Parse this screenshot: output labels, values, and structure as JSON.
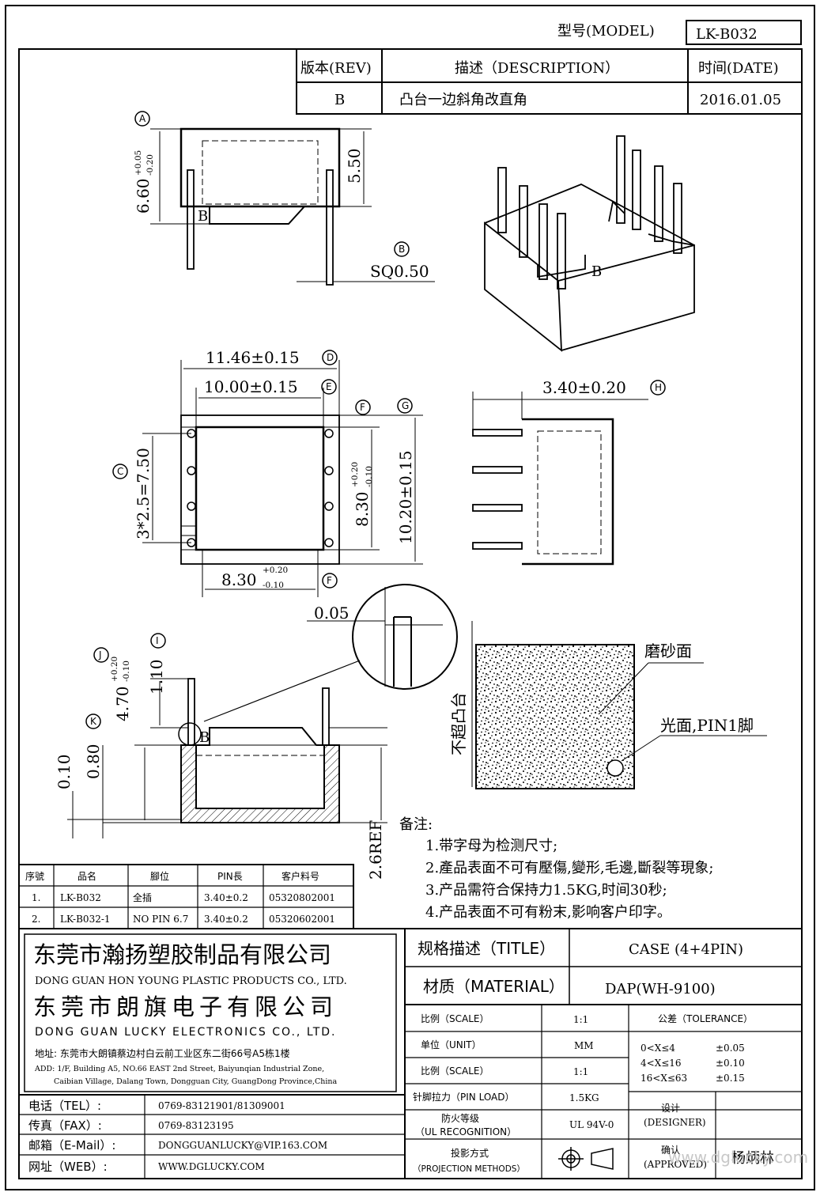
{
  "model_box": {
    "label": "型号(MODEL)",
    "value": "LK-B032"
  },
  "revision": {
    "headers": {
      "rev": "版本(REV)",
      "desc": "描述（DESCRIPTION）",
      "date": "时间(DATE)"
    },
    "row": {
      "rev": "B",
      "desc": "凸台一边斜角改直角",
      "date": "2016.01.05"
    }
  },
  "dims": {
    "a_height": "6.60",
    "a_tol_up": "+0.05",
    "a_tol_dn": "-0.20",
    "body_h": "5.50",
    "pin_sq": "SQ0.50",
    "width_d": "11.46±0.15",
    "width_e": "10.00±0.15",
    "pitch_c": "3*2.5=7.50",
    "inner_h": "8.30",
    "inner_h_up": "+0.20",
    "inner_h_dn": "-0.10",
    "outer_h": "10.20±0.15",
    "bottom_w": "8.30",
    "bottom_w_up": "+0.20",
    "bottom_w_dn": "-0.10",
    "pin_len": "3.40±0.20",
    "gap": "0.05",
    "h_470": "4.70",
    "h_470_up": "+0.20",
    "h_470_dn": "-0.10",
    "h_110": "1.10",
    "h_080": "0.80",
    "h_010": "0.10",
    "ref_26": "2.6REF"
  },
  "markers": {
    "A": "A",
    "B": "B",
    "C": "C",
    "D": "D",
    "E": "E",
    "F": "F",
    "G": "G",
    "H": "H",
    "I": "I",
    "J": "J",
    "K": "K"
  },
  "letter_b": "B",
  "surface": {
    "frosted": "磨砂面",
    "glossy": "光面,PIN1脚",
    "no_exceed": "不超凸台"
  },
  "notes": {
    "title": "备注:",
    "items": [
      "1.带字母为检测尺寸;",
      "2.產品表面不可有壓傷,變形,毛邊,斷裂等現象;",
      "3.产品需符合保持力1.5KG,时间30秒;",
      "4.产品表面不可有粉末,影响客户印字。"
    ]
  },
  "variants": {
    "headers": [
      "序號",
      "品名",
      "腳位",
      "PIN長",
      "客户料号"
    ],
    "rows": [
      [
        "1.",
        "LK-B032",
        "全插",
        "3.40±0.2",
        "05320802001"
      ],
      [
        "2.",
        "LK-B032-1",
        "NO PIN 6.7",
        "3.40±0.2",
        "05320602001"
      ]
    ]
  },
  "company": {
    "name1": "东莞市瀚扬塑胶制品有限公司",
    "name1_en": "DONG GUAN HON YOUNG PLASTIC PRODUCTS CO., LTD.",
    "name2": "东莞市朗旗电子有限公司",
    "name2_en": "DONG GUAN LUCKY ELECTRONICS CO., LTD.",
    "addr_cn": "地址: 东莞市大朗镇蔡边村白云前工业区东二街66号A5栋1楼",
    "addr_en1": "ADD: 1/F, Building A5, NO.66 EAST 2nd Street, Baiyunqian Industrial Zone,",
    "addr_en2": "Caibian Village, Dalang Town, Dongguan City, GuangDong Province,China"
  },
  "contacts": [
    {
      "label": "电话（TEL）:",
      "value": "0769-83121901/81309001"
    },
    {
      "label": "传真（FAX）:",
      "value": "0769-83123195"
    },
    {
      "label": "邮箱（E-Mail）:",
      "value": "DONGGUANLUCKY@VIP.163.COM"
    },
    {
      "label": "网址（WEB）:",
      "value": "WWW.DGLUCKY.COM"
    }
  ],
  "titleblock": {
    "title_label": "规格描述（TITLE）",
    "title_value": "CASE (4+4PIN)",
    "material_label": "材质（MATERIAL）",
    "material_value": "DAP(WH-9100)",
    "scale_label": "比例（SCALE）",
    "scale_value": "1:1",
    "unit_label": "单位（UNIT）",
    "unit_value": "MM",
    "scale2_label": "比例（SCALE）",
    "scale2_value": "1:1",
    "pinload_label": "针脚拉力（PIN LOAD）",
    "pinload_value": "1.5KG",
    "ul_label1": "防火等级",
    "ul_label2": "（UL RECOGNITION）",
    "ul_value": "UL 94V-0",
    "proj_label1": "投影方式",
    "proj_label2": "（PROJECTION METHODS）",
    "tol_label": "公差（TOLERANCE）",
    "tol_rows": [
      [
        "0<X≤4",
        "±0.05"
      ],
      [
        "4<X≤16",
        "±0.10"
      ],
      [
        "16<X≤63",
        "±0.15"
      ]
    ],
    "designer_label1": "设计",
    "designer_label2": "(DESIGNER)",
    "approved_label1": "确认",
    "approved_label2": "(APPROVED)",
    "approver": "杨炳林"
  },
  "watermark": "www.dglucky.com"
}
